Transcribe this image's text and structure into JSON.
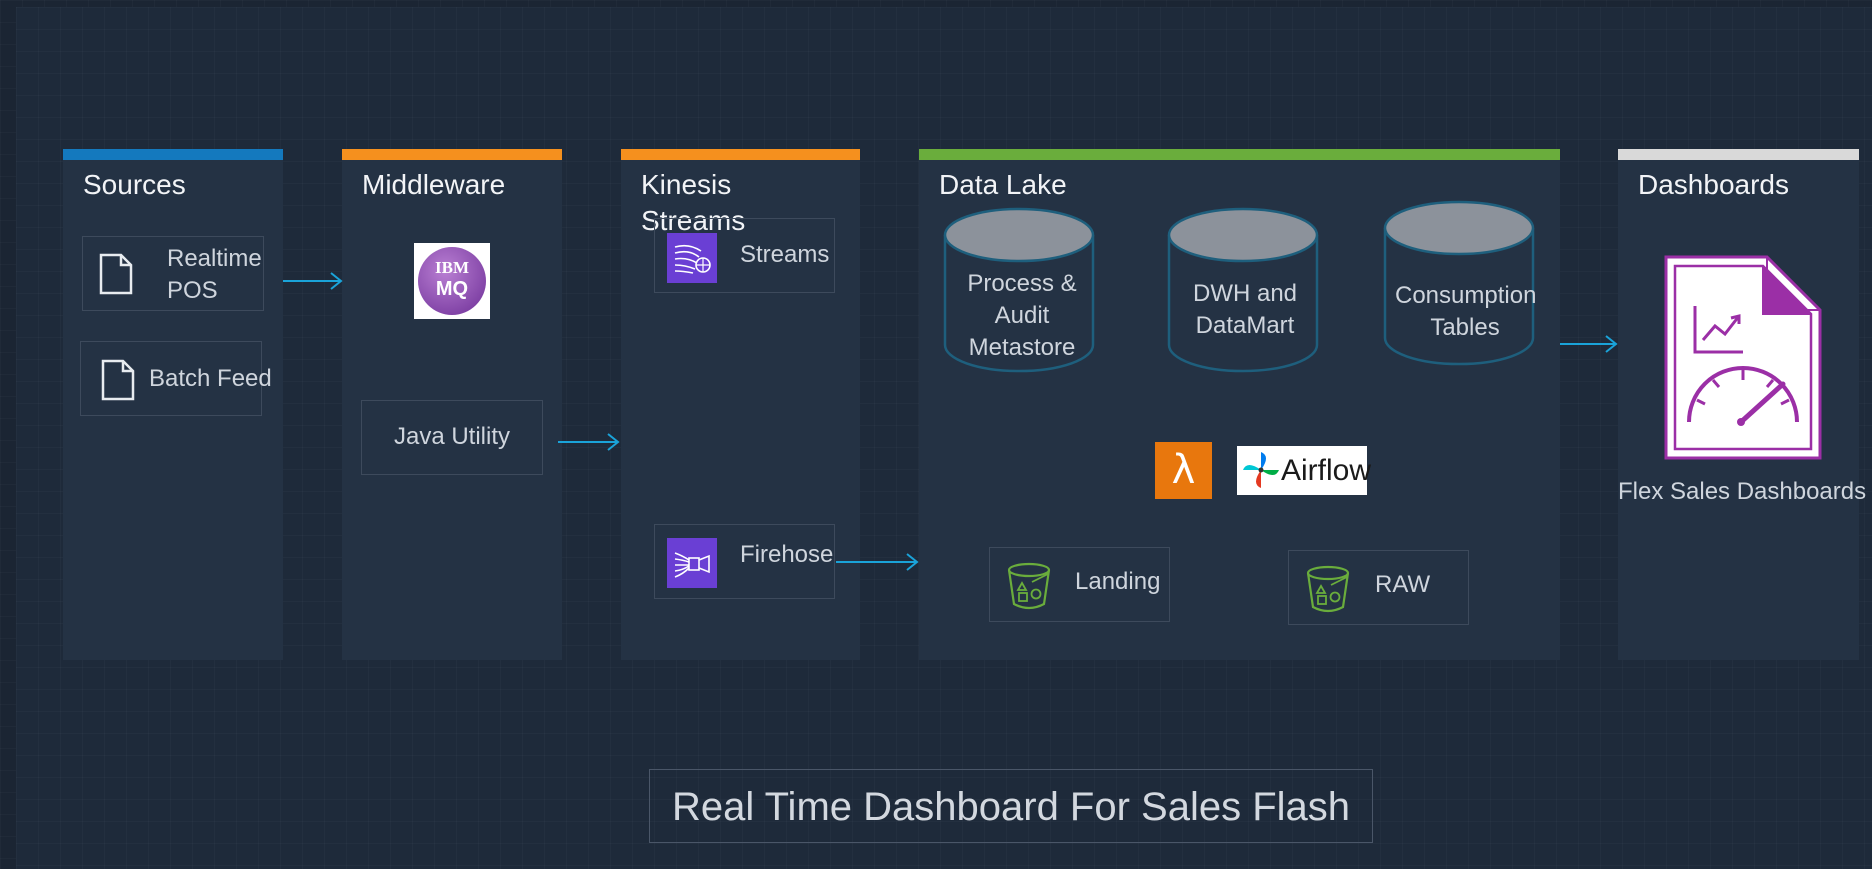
{
  "panels": {
    "sources": {
      "title": "Sources",
      "accent": "#1479be"
    },
    "middleware": {
      "title": "Middleware",
      "accent": "#f5901e"
    },
    "kinesis": {
      "title": "Kinesis Streams",
      "accent": "#f5901e"
    },
    "datalake": {
      "title": "Data Lake",
      "accent": "#6aad3c"
    },
    "dashboards": {
      "title": "Dashboards",
      "accent": "#d9d9d9"
    }
  },
  "sources": {
    "realtime_pos": "Realtime POS",
    "batch_feed": "Batch Feed"
  },
  "middleware": {
    "ibm_mq_logo": {
      "line1": "IBM",
      "line2": "MQ"
    },
    "java_utility": "Java Utility"
  },
  "kinesis": {
    "streams": "Streams",
    "firehose": "Firehose"
  },
  "datalake": {
    "process_audit": "Process & Audit Metastore",
    "dwh": "DWH and DataMart",
    "consumption": "Consumption Tables",
    "airflow_logo": "Airflow",
    "lambda_icon": "λ",
    "landing": "Landing",
    "raw": "RAW"
  },
  "dashboards": {
    "flex_sales": "Flex Sales Dashboards"
  },
  "caption": "Real Time Dashboard For Sales Flash",
  "colors": {
    "arrow": "#1aa3d9",
    "bucket": "#6aad3c",
    "kinesis_icon": "#6a3fd4",
    "lambda_bg": "#e8770d",
    "report_border": "#9b2fa6"
  }
}
